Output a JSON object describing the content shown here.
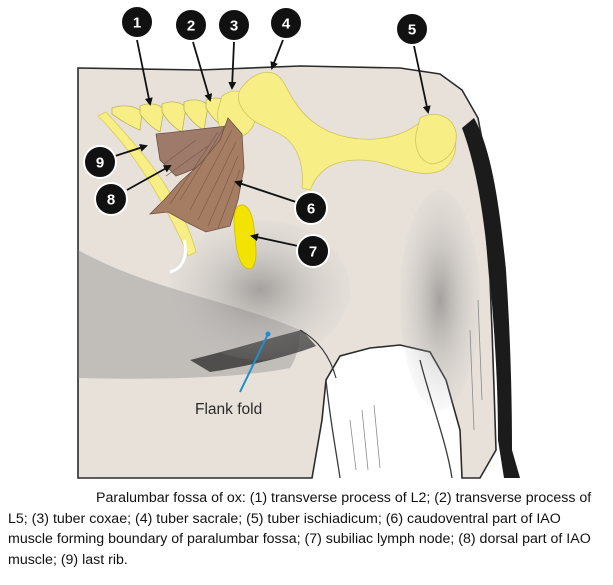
{
  "callouts": [
    {
      "number": "1"
    },
    {
      "number": "2"
    },
    {
      "number": "3"
    },
    {
      "number": "4"
    },
    {
      "number": "5"
    },
    {
      "number": "6"
    },
    {
      "number": "7"
    },
    {
      "number": "8"
    },
    {
      "number": "9"
    }
  ],
  "flank_label": "Flank fold",
  "caption": "Paralumbar fossa of ox: (1) transverse process of L2; (2) transverse process of L5; (3) tuber coxae; (4) tuber sacrale; (5) tuber ischiadicum; (6) caudoventral part of IAO muscle forming boundary of paralumbar fossa; (7) subiliac lymph node; (8) dorsal part of IAO muscle; (9) last rib.",
  "colors": {
    "bone": "#f7ef86",
    "muscle": "#a57d62",
    "lymph_node": "#f2e400",
    "skin": "#e8e2dc",
    "pointer_line": "#1e8fd0",
    "callout_fill": "#111111"
  }
}
